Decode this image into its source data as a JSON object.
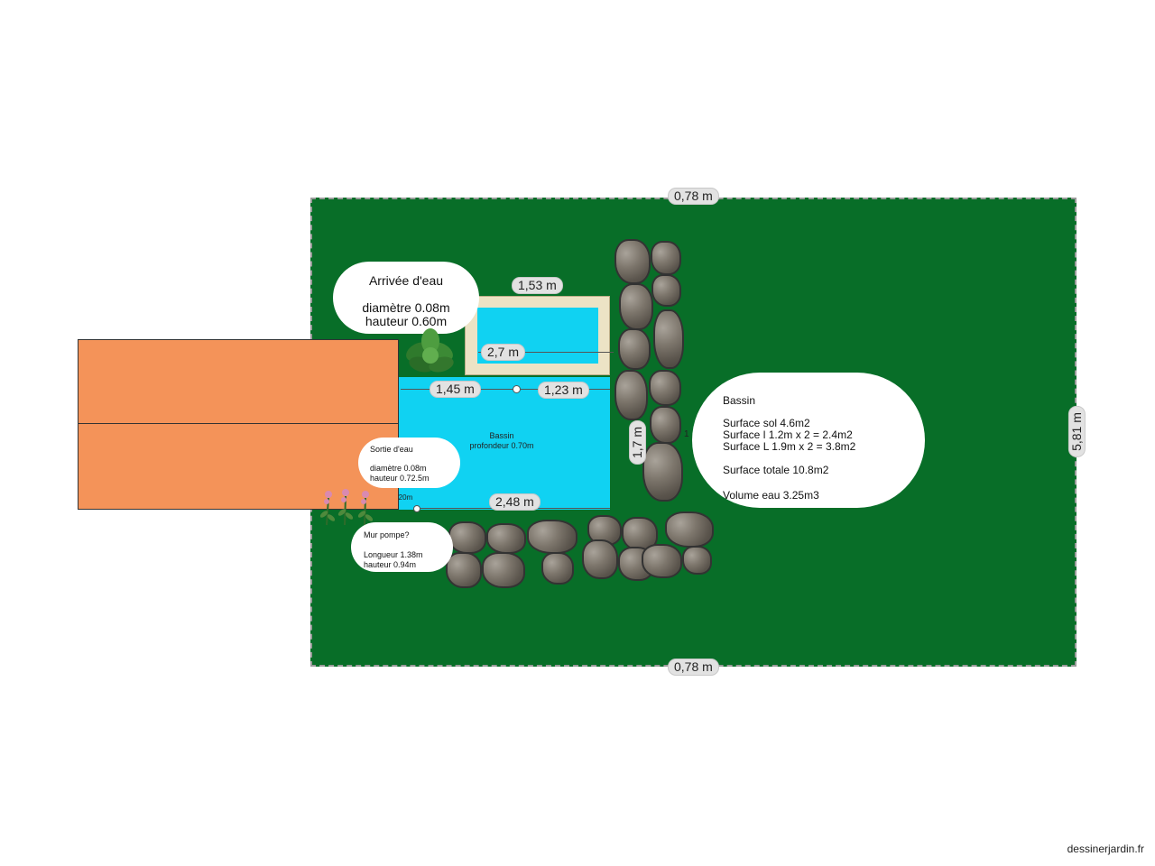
{
  "dimensions": {
    "top": "0,78 m",
    "bottom": "0,78 m",
    "right": "5,81 m",
    "basin_top_width": "1,53 m",
    "basin_top_depth": "2,7 m",
    "left_segment": "1,45 m",
    "right_segment": "1,23 m",
    "basin_height": "1,7 m",
    "basin_bottom": "2,48 m",
    "small_mark": "0,20m",
    "tiny_mark": "1"
  },
  "arrivee": {
    "title": "Arrivée d'eau",
    "line1": "diamètre 0.08m",
    "line2": "hauteur 0.60m"
  },
  "bassin_label": {
    "line1": "Bassin",
    "line2": "profondeur 0.70m"
  },
  "sortie": {
    "title": "Sortie d'eau",
    "line1": "diamètre 0.08m",
    "line2": "hauteur 0.72.5m"
  },
  "mur": {
    "title": "Mur pompe?",
    "line1": "Longueur 1.38m",
    "line2": "hauteur 0.94m"
  },
  "info": {
    "title": "Bassin",
    "surface_sol": "Surface sol 4.6m2",
    "surface_l": "Surface l 1.2m x 2 = 2.4m2",
    "surface_L": "Surface L 1.9m x 2 = 3.8m2",
    "surface_totale": "Surface totale 10.8m2",
    "volume": "Volume eau 3.25m3"
  },
  "footer": "dessinerjardin.fr",
  "colors": {
    "lawn": "#086e28",
    "water": "#10d2f2",
    "terrace": "#f49359",
    "sand": "#ece3c5"
  }
}
